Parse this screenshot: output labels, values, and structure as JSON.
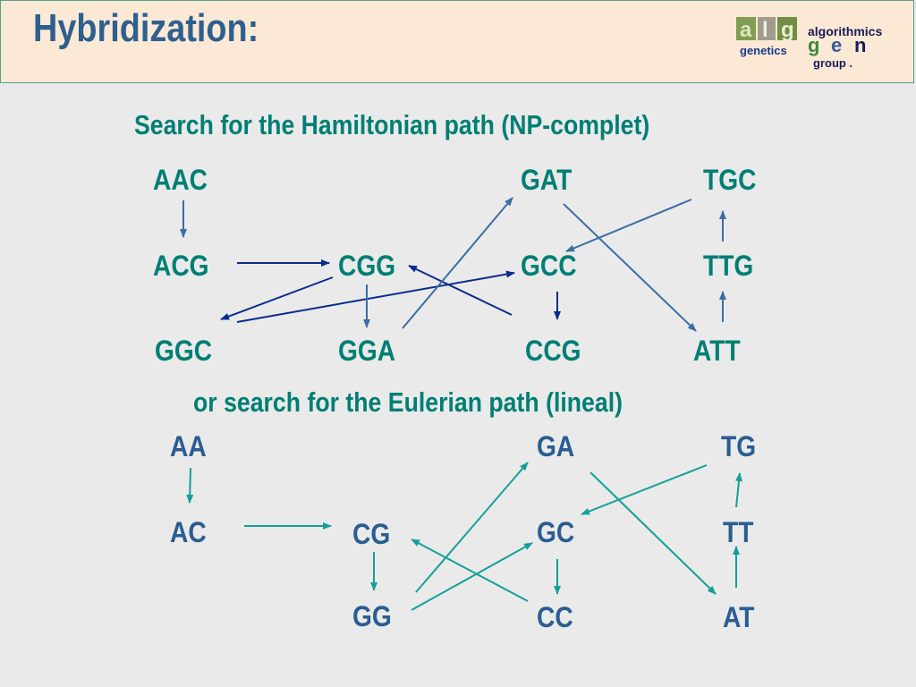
{
  "title": "Hybridization:",
  "logo": {
    "letters": [
      "a",
      "l",
      "g",
      "g",
      "e",
      "n"
    ],
    "word_algorithmics": "algorithmics",
    "word_genetics": "genetics",
    "word_group": "group ."
  },
  "hamiltonian": {
    "heading": "Search for the Hamiltonian path (NP-complet)",
    "nodes": {
      "AAC": "AAC",
      "ACG": "ACG",
      "GGC": "GGC",
      "CGG": "CGG",
      "GGA": "GGA",
      "GAT": "GAT",
      "GCC": "GCC",
      "CCG": "CCG",
      "TGC": "TGC",
      "TTG": "TTG",
      "ATT": "ATT"
    },
    "edges": [
      [
        "AAC",
        "ACG"
      ],
      [
        "ACG",
        "CGG"
      ],
      [
        "CGG",
        "GGC"
      ],
      [
        "GGC",
        "GCC"
      ],
      [
        "CGG",
        "GGA"
      ],
      [
        "CCG",
        "CGG"
      ],
      [
        "GGA",
        "GAT"
      ],
      [
        "GCC",
        "CCG"
      ],
      [
        "TGC",
        "GCC"
      ],
      [
        "GAT",
        "ATT"
      ],
      [
        "ATT",
        "TTG"
      ],
      [
        "TTG",
        "TGC"
      ]
    ]
  },
  "eulerian": {
    "heading": "or search for the Eulerian path (lineal)",
    "nodes": {
      "AA": "AA",
      "AC": "AC",
      "CG": "CG",
      "GG": "GG",
      "GA": "GA",
      "GC": "GC",
      "CC": "CC",
      "TG": "TG",
      "TT": "TT",
      "AT": "AT"
    },
    "edges": [
      [
        "AA",
        "AC"
      ],
      [
        "AC",
        "CG"
      ],
      [
        "CG",
        "GG"
      ],
      [
        "GG",
        "GA"
      ],
      [
        "GG",
        "GC"
      ],
      [
        "CC",
        "CG"
      ],
      [
        "GC",
        "CC"
      ],
      [
        "GA",
        "AT"
      ],
      [
        "TG",
        "GC"
      ],
      [
        "AT",
        "TT"
      ],
      [
        "TT",
        "TG"
      ]
    ]
  },
  "colors": {
    "header_bg": "#fbe9d5",
    "title": "#2f5f8f",
    "teal": "#007f74",
    "blue": "#2a5d92",
    "edge_blue": "#3a6ea5",
    "edge_navy": "#0a2d8c",
    "edge_teal": "#14a098"
  }
}
